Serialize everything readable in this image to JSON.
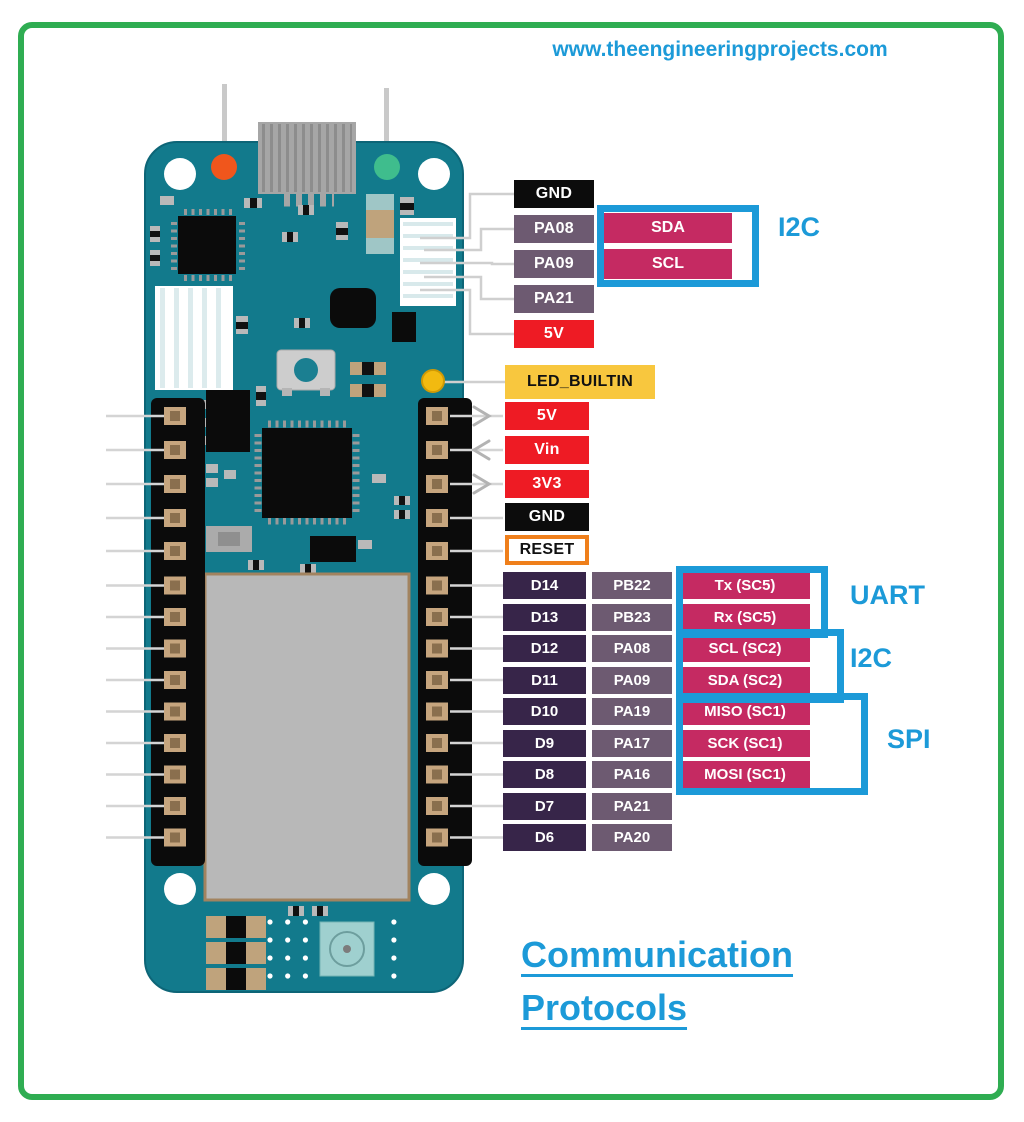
{
  "watermark": {
    "text": "www.theengineeringprojects.com"
  },
  "title": {
    "line1": "Communication",
    "line2": "Protocols"
  },
  "colors": {
    "accent_blue": "#1c9ad8",
    "magenta": "#c52a62",
    "dark_purple": "#372549",
    "mauve": "#6d5a71",
    "red": "#ee1b24",
    "black": "#0c0c0c",
    "yellow": "#f8c73e",
    "reset_orange": "#ef7f1b",
    "frame_green": "#2fad52",
    "board_teal": "#127a8c"
  },
  "top_pins": [
    {
      "label": "GND"
    },
    {
      "label": "PA08"
    },
    {
      "label": "PA09"
    },
    {
      "label": "PA21"
    },
    {
      "label": "5V"
    }
  ],
  "i2c_top": {
    "pins": [
      "SDA",
      "SCL"
    ],
    "label": "I2C"
  },
  "power_pins": [
    {
      "label": "LED_BUILTIN"
    },
    {
      "label": "5V"
    },
    {
      "label": "Vin"
    },
    {
      "label": "3V3"
    },
    {
      "label": "GND"
    },
    {
      "label": "RESET"
    }
  ],
  "digital_pins": {
    "rows": [
      {
        "d": "D14",
        "port": "PB22",
        "signal": "Tx (SC5)"
      },
      {
        "d": "D13",
        "port": "PB23",
        "signal": "Rx (SC5)"
      },
      {
        "d": "D12",
        "port": "PA08",
        "signal": "SCL (SC2)"
      },
      {
        "d": "D11",
        "port": "PA09",
        "signal": "SDA (SC2)"
      },
      {
        "d": "D10",
        "port": "PA19",
        "signal": "MISO (SC1)"
      },
      {
        "d": "D9",
        "port": "PA17",
        "signal": "SCK (SC1)"
      },
      {
        "d": "D8",
        "port": "PA16",
        "signal": "MOSI (SC1)"
      },
      {
        "d": "D7",
        "port": "PA21",
        "signal": null
      },
      {
        "d": "D6",
        "port": "PA20",
        "signal": null
      }
    ]
  },
  "protocols": [
    {
      "label": "UART"
    },
    {
      "label": "I2C"
    },
    {
      "label": "SPI"
    }
  ]
}
